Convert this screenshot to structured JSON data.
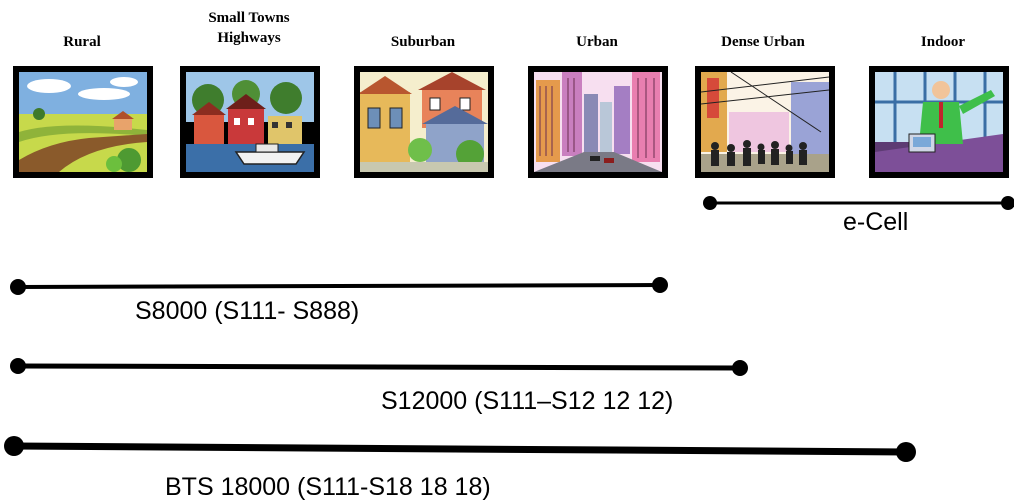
{
  "environments": [
    {
      "title": "Rural",
      "icon": "rural-landscape-icon"
    },
    {
      "title": "Small Towns\nHighways",
      "icon": "small-town-icon"
    },
    {
      "title": "Suburban",
      "icon": "suburban-houses-icon"
    },
    {
      "title": "Urban",
      "icon": "urban-street-icon"
    },
    {
      "title": "Dense Urban",
      "icon": "dense-urban-crowd-icon"
    },
    {
      "title": "Indoor",
      "icon": "indoor-office-icon"
    }
  ],
  "ranges": [
    {
      "label": "e-Cell"
    },
    {
      "label": "S8000 (S111- S888)"
    },
    {
      "label": "S12000 (S111–S12 12 12)"
    },
    {
      "label": "BTS 18000 (S111-S18 18 18)"
    }
  ],
  "colors": {
    "line": "#000000",
    "background": "#ffffff"
  }
}
